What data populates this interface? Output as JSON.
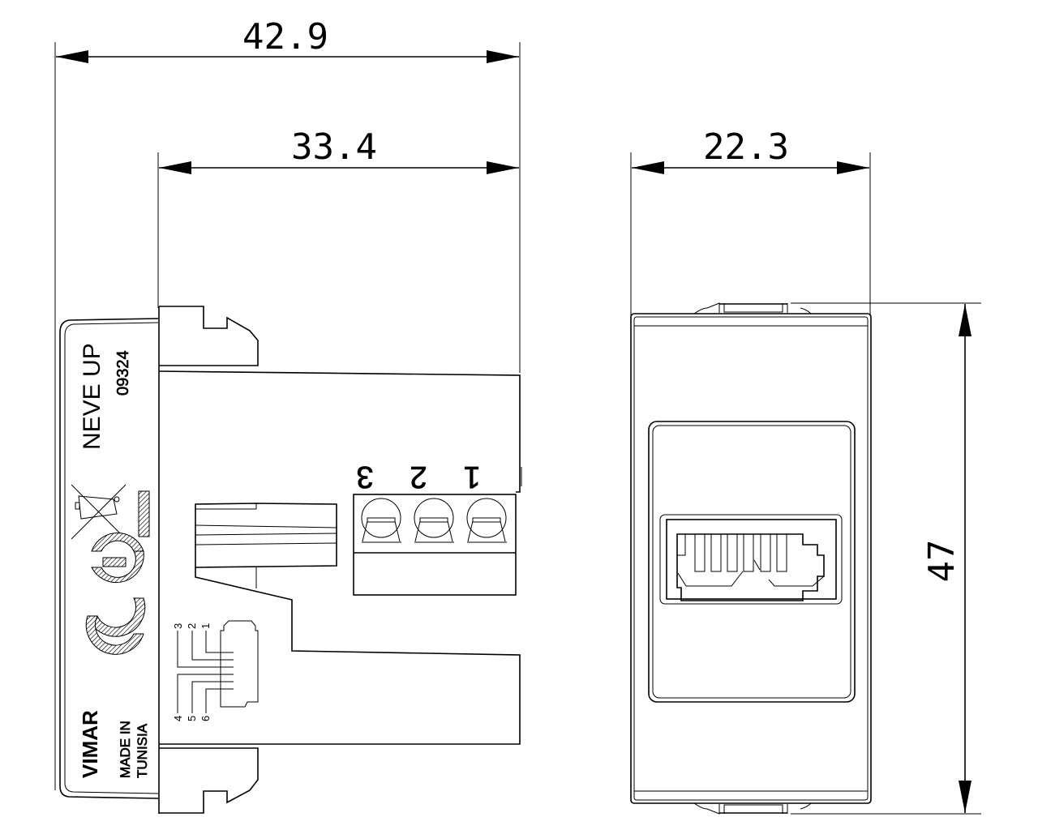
{
  "dimensions": {
    "overall_depth": "42.9",
    "body_depth": "33.4",
    "width": "22.3",
    "height": "47"
  },
  "side_view": {
    "brand_series": "NEVE UP",
    "article_code": "09324",
    "manufacturer": "VIMAR",
    "origin_line1": "MADE IN",
    "origin_line2": "TUNISIA",
    "terminal_labels": [
      "3",
      "2",
      "1"
    ],
    "pin_labels_top": [
      "3",
      "2",
      "1"
    ],
    "pin_labels_bottom": [
      "4",
      "5",
      "6"
    ]
  },
  "marks": {
    "ce": "CE"
  }
}
